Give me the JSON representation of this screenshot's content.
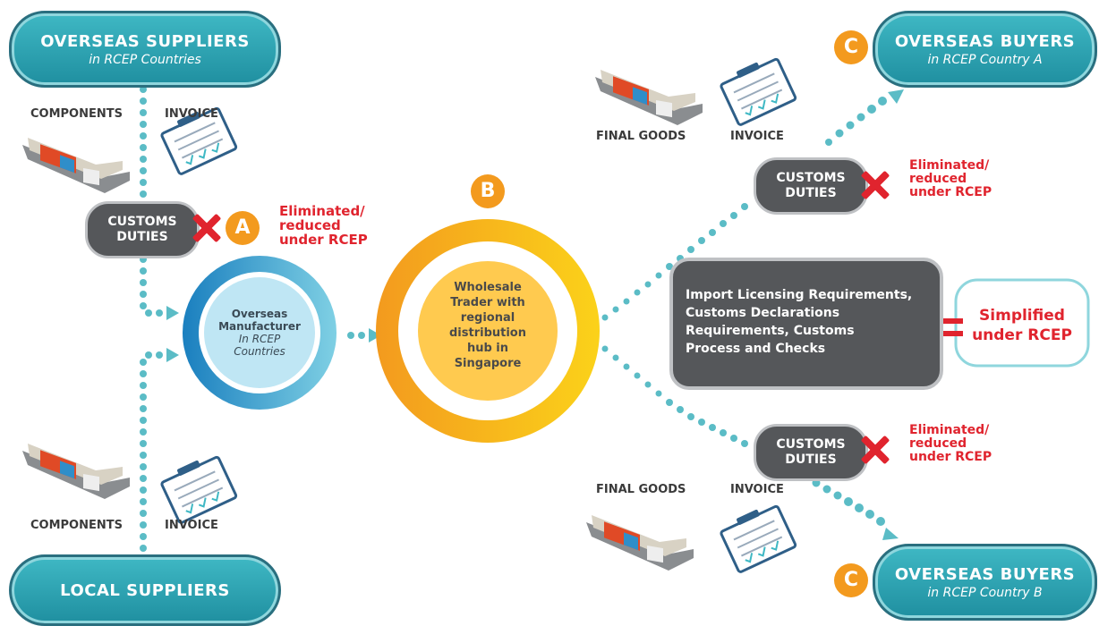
{
  "suppliers": {
    "overseas_title": "OVERSEAS SUPPLIERS",
    "overseas_sub": "in RCEP Countries",
    "local_title": "LOCAL SUPPLIERS"
  },
  "buyers": {
    "a_title": "OVERSEAS BUYERS",
    "a_sub": "in RCEP Country A",
    "b_title": "OVERSEAS BUYERS",
    "b_sub": "in RCEP Country B"
  },
  "labels": {
    "components": "COMPONENTS",
    "invoice": "INVOICE",
    "final_goods": "FINAL GOODS"
  },
  "customs": {
    "line1": "CUSTOMS",
    "line2": "DUTIES",
    "eliminated_1": "Eliminated/",
    "eliminated_2": "reduced",
    "eliminated_3": "under RCEP"
  },
  "badges": {
    "a": "A",
    "b": "B",
    "c": "C"
  },
  "manufacturer": {
    "line1": "Overseas",
    "line2": "Manufacturer",
    "line3": "In RCEP",
    "line4": "Countries"
  },
  "trader": {
    "line1": "Wholesale",
    "line2": "Trader with",
    "line3": "regional",
    "line4": "distribution",
    "line5": "hub in",
    "line6": "Singapore"
  },
  "procedures": {
    "line1": "Import Licensing Requirements,",
    "line2": "Customs Declarations",
    "line3": "Requirements, Customs",
    "line4": "Process and Checks"
  },
  "simplified": {
    "line1": "Simplified",
    "line2": "under RCEP"
  },
  "colors": {
    "teal": "#3fb8c4",
    "orange": "#f39a1e",
    "red": "#e0242e",
    "dark": "#55575a",
    "blue": "#2a8cc4"
  }
}
